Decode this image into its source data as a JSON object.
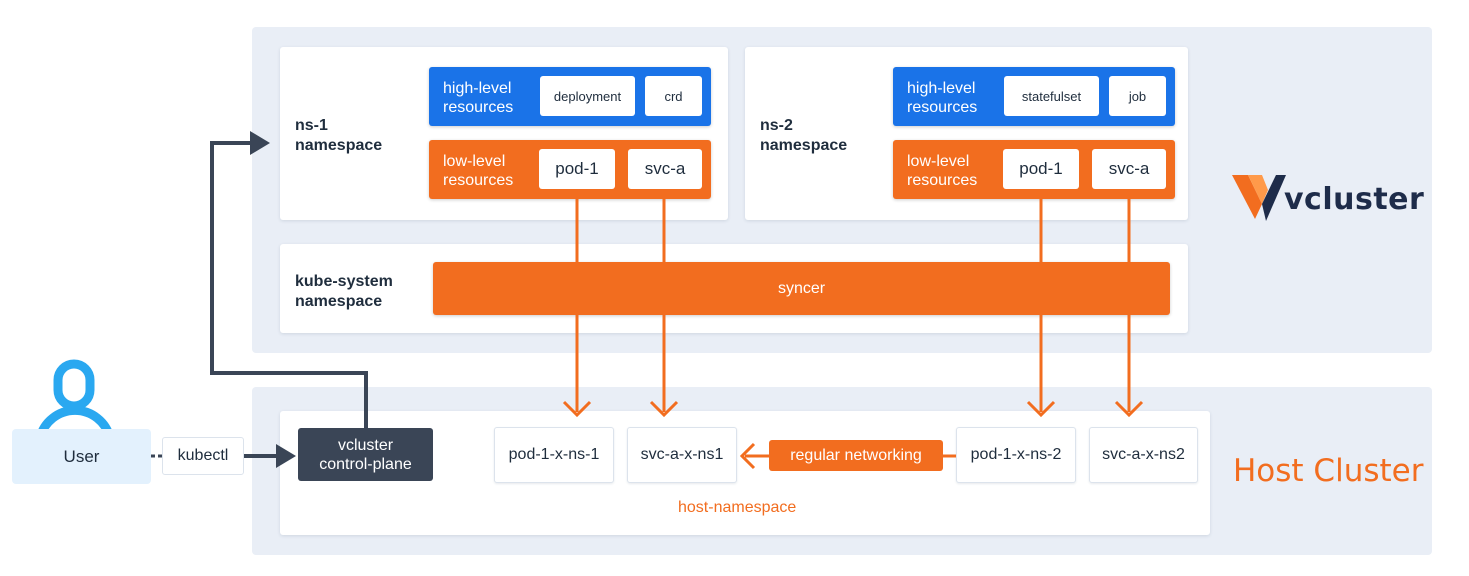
{
  "vcluster_panel": {
    "ns1": {
      "label_line1": "ns-1",
      "label_line2": "namespace",
      "high_level_line1": "high-level",
      "high_level_line2": "resources",
      "high_level_items": [
        "deployment",
        "crd"
      ],
      "low_level_line1": "low-level",
      "low_level_line2": "resources",
      "low_level_items": [
        "pod-1",
        "svc-a"
      ]
    },
    "ns2": {
      "label_line1": "ns-2",
      "label_line2": "namespace",
      "high_level_line1": "high-level",
      "high_level_line2": "resources",
      "high_level_items": [
        "statefulset",
        "job"
      ],
      "low_level_line1": "low-level",
      "low_level_line2": "resources",
      "low_level_items": [
        "pod-1",
        "svc-a"
      ]
    },
    "kube_system": {
      "label_line1": "kube-system",
      "label_line2": "namespace",
      "syncer_label": "syncer"
    },
    "logo_text": "vcluster"
  },
  "host_panel": {
    "title": "Host Cluster",
    "namespace_label": "host-namespace",
    "control_plane_line1": "vcluster",
    "control_plane_line2": "control-plane",
    "host_resources": [
      "pod-1-x-ns-1",
      "svc-a-x-ns1",
      "pod-1-x-ns-2",
      "svc-a-x-ns2"
    ],
    "networking_label": "regular networking"
  },
  "user": {
    "label": "User",
    "tool_label": "kubectl"
  },
  "colors": {
    "panel_bg": "#e9eef6",
    "blue": "#1a73e8",
    "orange": "#f26d1f",
    "dark": "#3a4556",
    "user_icon": "#2aa8f0"
  }
}
